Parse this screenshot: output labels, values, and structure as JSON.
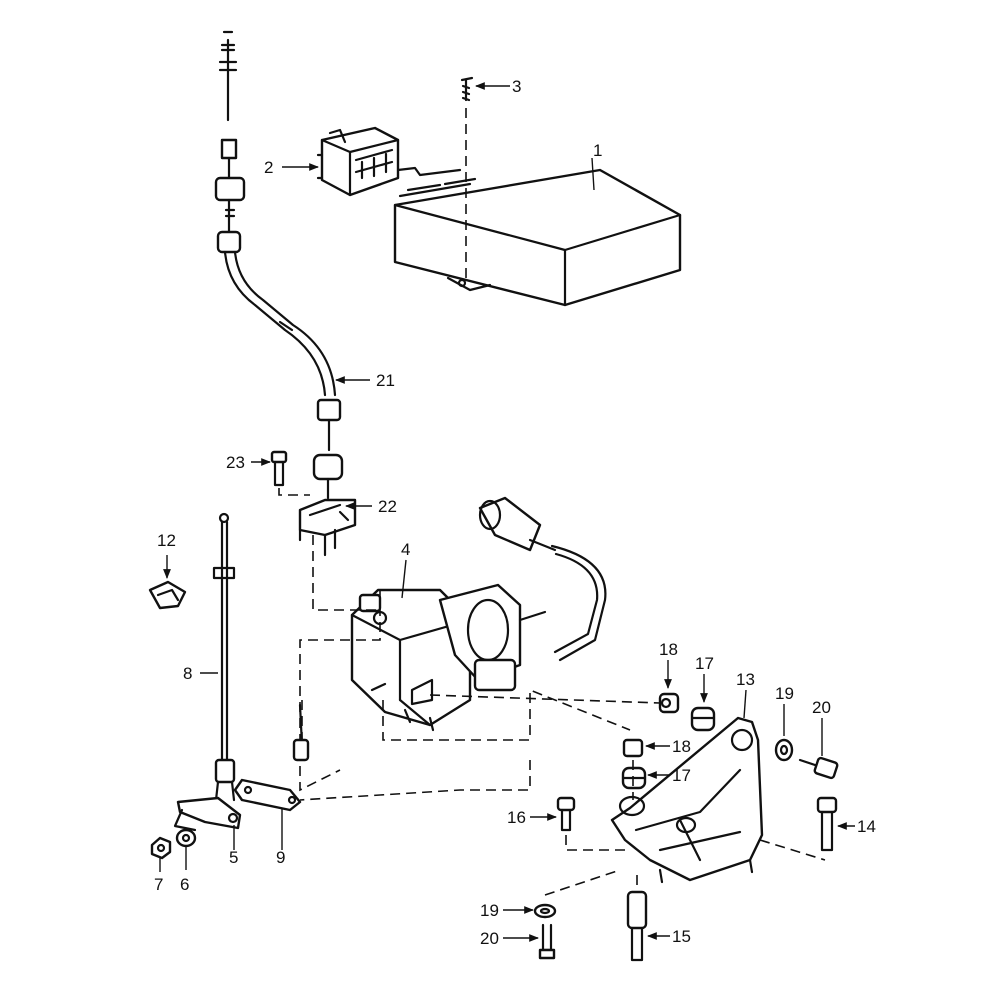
{
  "callouts": {
    "c1": "1",
    "c2": "2",
    "c3": "3",
    "c4": "4",
    "c5": "5",
    "c6": "6",
    "c7": "7",
    "c8": "8",
    "c9": "9",
    "c12": "12",
    "c13": "13",
    "c14": "14",
    "c15": "15",
    "c16": "16",
    "c17a": "17",
    "c17b": "17",
    "c18a": "18",
    "c18b": "18",
    "c19a": "19",
    "c19b": "19",
    "c20a": "20",
    "c20b": "20",
    "c21": "21",
    "c22": "22",
    "c23": "23"
  }
}
